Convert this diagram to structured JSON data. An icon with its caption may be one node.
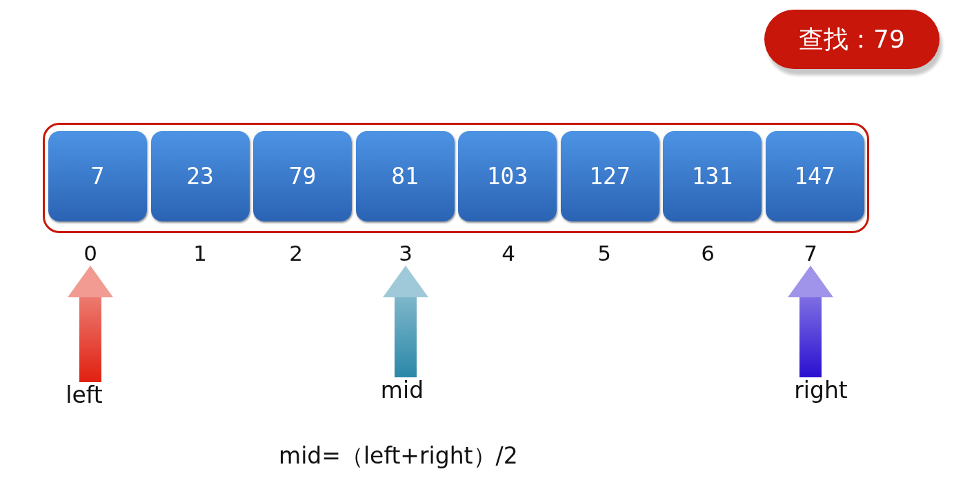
{
  "diagram": {
    "nodes": [
      {
        "text": [
          "查找：79"
        ]
      },
      {
        "text": [],
        "shape": "box"
      },
      {
        "text": [
          "7"
        ],
        "in": 1
      },
      {
        "text": [
          "23"
        ],
        "in": 1
      },
      {
        "text": [
          "79"
        ],
        "in": 1
      },
      {
        "text": [
          "81"
        ],
        "in": 1
      },
      {
        "text": [
          "103"
        ],
        "in": 1
      },
      {
        "text": [
          "127"
        ],
        "in": 1
      },
      {
        "text": [
          "131"
        ],
        "in": 1
      },
      {
        "text": [
          "147"
        ],
        "in": 1
      },
      {
        "text": [
          "0"
        ]
      },
      {
        "text": [
          "1"
        ]
      },
      {
        "text": [
          "2"
        ]
      },
      {
        "text": [
          "3"
        ]
      },
      {
        "text": [
          "4"
        ]
      },
      {
        "text": [
          "5"
        ]
      },
      {
        "text": [
          "6"
        ]
      },
      {
        "text": [
          "7"
        ]
      },
      {
        "text": [
          "left"
        ]
      },
      {
        "text": [
          "mid"
        ]
      },
      {
        "text": [
          "right"
        ]
      }
    ],
    "edges": [
      {
        "from": 18,
        "to": 10,
        "arrow": "to",
        "style": "thick",
        "color": "#e02010"
      },
      {
        "from": 19,
        "to": 13,
        "arrow": "to",
        "style": "thick",
        "color": "#2a88a8"
      },
      {
        "from": 20,
        "to": 17,
        "arrow": "to",
        "style": "thick",
        "color": "#2a10d0"
      }
    ],
    "labels": [
      "mid=（left+right）/2"
    ]
  }
}
